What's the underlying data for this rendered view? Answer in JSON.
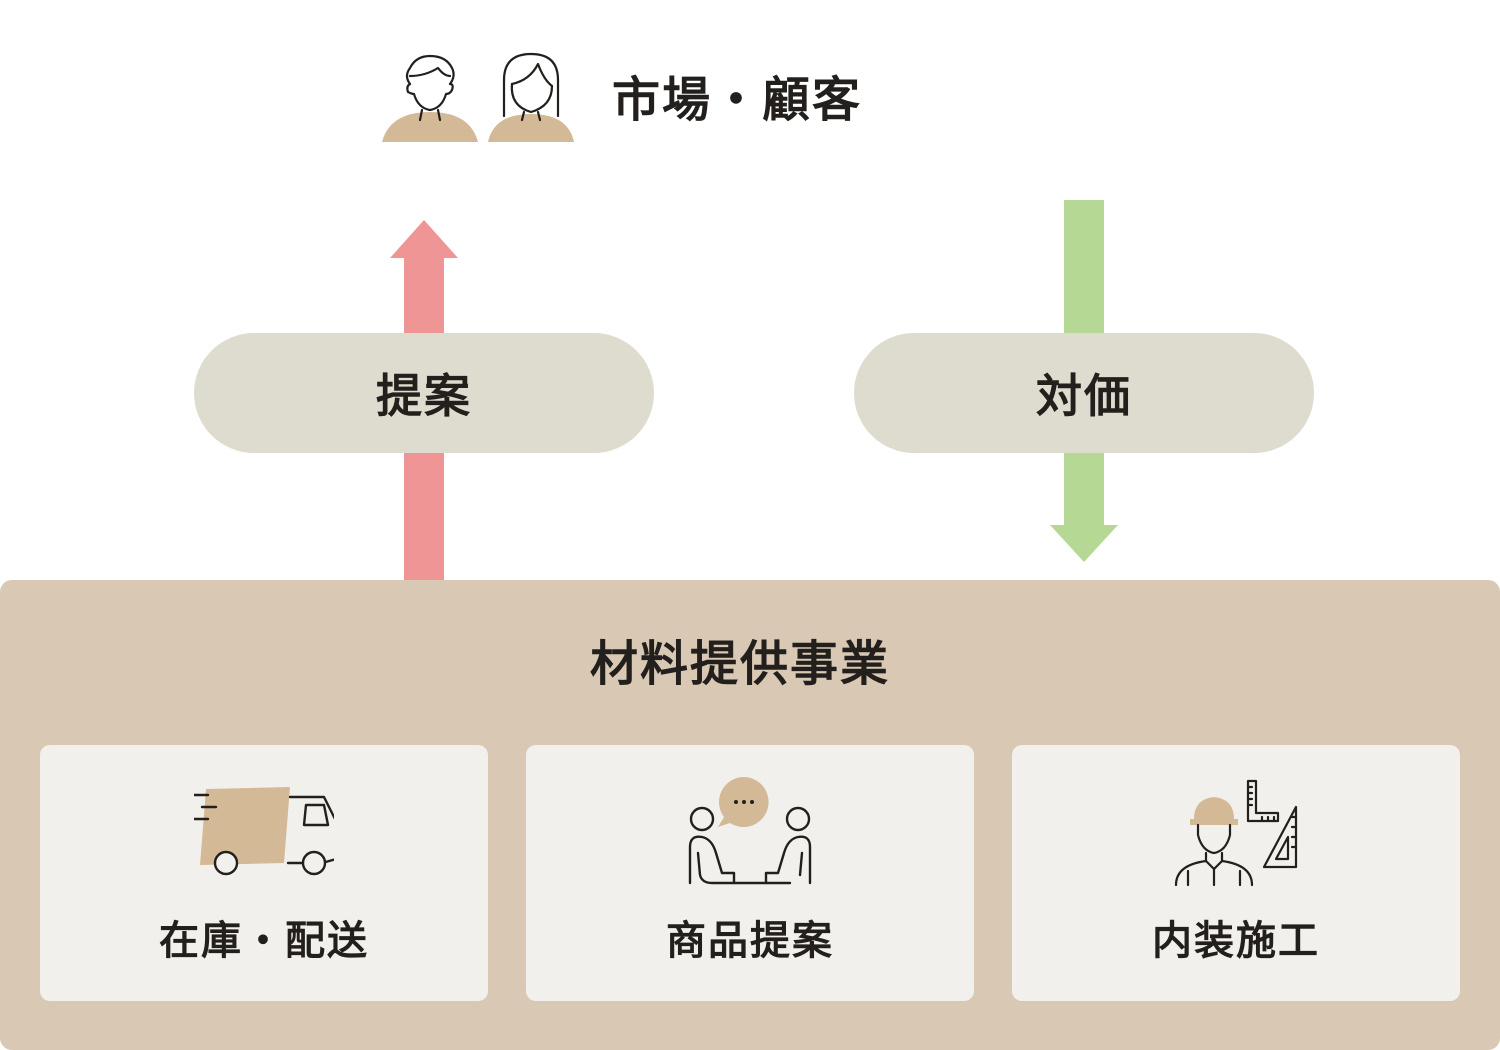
{
  "market": {
    "title": "市場・顧客",
    "icons": [
      "man-icon",
      "woman-icon"
    ]
  },
  "flows": [
    {
      "label": "提案",
      "direction": "up",
      "color": "#f09595"
    },
    {
      "label": "対価",
      "direction": "down",
      "color": "#b5d995"
    }
  ],
  "business": {
    "title": "材料提供事業",
    "color": "#d9c9b4",
    "services": [
      {
        "label": "在庫・配送",
        "icon": "delivery-truck-icon"
      },
      {
        "label": "商品提案",
        "icon": "consultation-icon"
      },
      {
        "label": "内装施工",
        "icon": "construction-worker-icon"
      }
    ]
  },
  "colors": {
    "accent": "#d3b996",
    "pill": "#dedbcf",
    "card": "#f2f0ec",
    "text": "#231f1c"
  }
}
